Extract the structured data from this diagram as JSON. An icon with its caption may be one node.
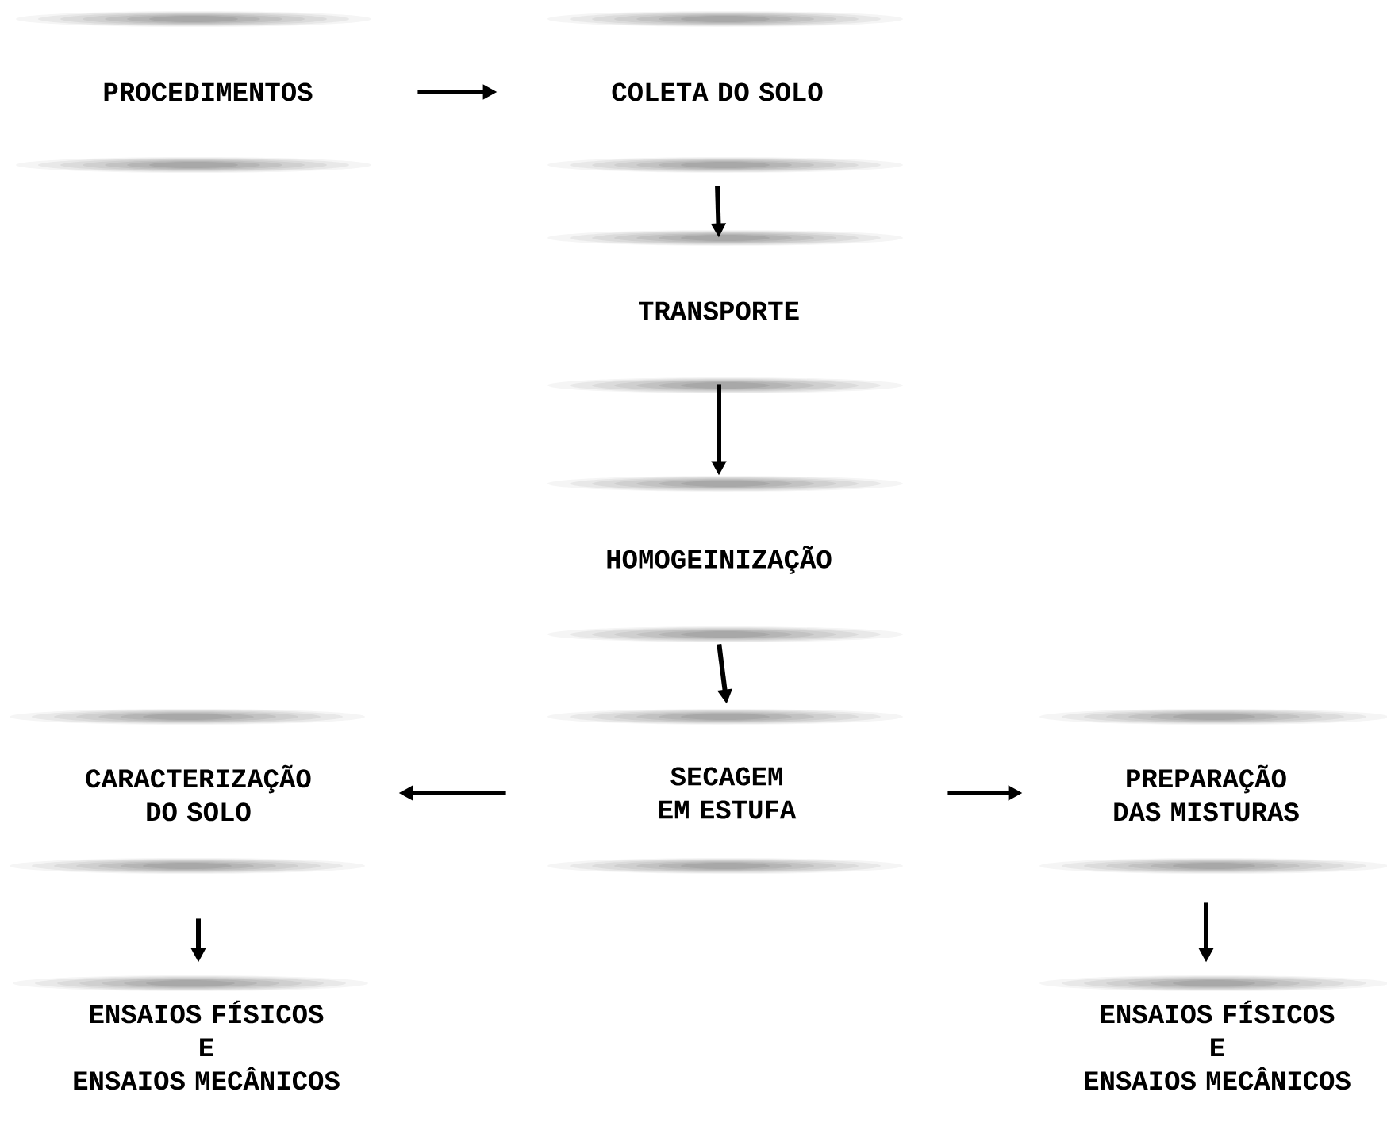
{
  "diagram": {
    "nodes": [
      {
        "text": [
          "PROCEDIMENTOS"
        ]
      },
      {
        "text": [
          "COLETA DO SOLO"
        ]
      },
      {
        "text": [
          "TRANSPORTE"
        ]
      },
      {
        "text": [
          "HOMOGEINIZAÇÃO"
        ]
      },
      {
        "text": [
          "SECAGEM EM ESTUFA"
        ]
      },
      {
        "text": [
          "CARACTERIZAÇÃO DO SOLO"
        ]
      },
      {
        "text": [
          "PREPARAÇÃO DAS MISTURAS"
        ]
      },
      {
        "text": [
          "ENSAIOS FÍSICOS",
          "E",
          "ENSAIOS MECÂNICOS"
        ]
      },
      {
        "text": [
          "ENSAIOS FÍSICOS",
          "E",
          "ENSAIOS MECÂNICOS"
        ]
      }
    ],
    "edges": [
      {
        "from": 0,
        "to": 1,
        "arrow": "to"
      },
      {
        "from": 1,
        "to": 2,
        "arrow": "to"
      },
      {
        "from": 2,
        "to": 3,
        "arrow": "to"
      },
      {
        "from": 3,
        "to": 4,
        "arrow": "to"
      },
      {
        "from": 4,
        "to": 5,
        "arrow": "to"
      },
      {
        "from": 4,
        "to": 6,
        "arrow": "to"
      },
      {
        "from": 5,
        "to": 7,
        "arrow": "to"
      },
      {
        "from": 6,
        "to": 8,
        "arrow": "to"
      }
    ]
  }
}
